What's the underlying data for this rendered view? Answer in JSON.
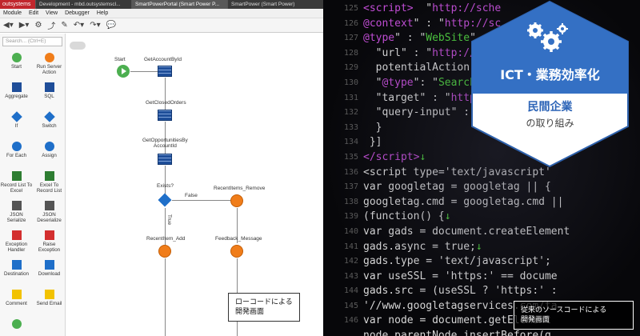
{
  "ide": {
    "tabs": [
      {
        "label": "outsystems",
        "active": false
      },
      {
        "label": "Development - mbd.outsystemscl...",
        "active": false
      },
      {
        "label": "SmartPowerPortal (Smart Power P...",
        "active": true
      },
      {
        "label": "SmartPower (Smart Power)",
        "active": false
      }
    ],
    "menu": [
      "Module",
      "Edit",
      "View",
      "Debugger",
      "Help"
    ],
    "search_placeholder": "Search... (Ctrl+E)",
    "palette": [
      {
        "label": "Start",
        "icon": "start-icon",
        "color": "#4caf50"
      },
      {
        "label": "Run Server Action",
        "icon": "run-server-action-icon",
        "color": "#f07d1a"
      },
      {
        "label": "Aggregate",
        "icon": "aggregate-icon",
        "color": "#1f4e99"
      },
      {
        "label": "SQL",
        "icon": "sql-icon",
        "color": "#1f4e99"
      },
      {
        "label": "If",
        "icon": "if-icon",
        "color": "#1f6fc9"
      },
      {
        "label": "Switch",
        "icon": "switch-icon",
        "color": "#1f6fc9"
      },
      {
        "label": "For Each",
        "icon": "for-each-icon",
        "color": "#1f6fc9"
      },
      {
        "label": "Assign",
        "icon": "assign-icon",
        "color": "#1f6fc9"
      },
      {
        "label": "Record List To Excel",
        "icon": "record-list-to-excel-icon",
        "color": "#2e7d32"
      },
      {
        "label": "Excel To Record List",
        "icon": "excel-to-record-list-icon",
        "color": "#2e7d32"
      },
      {
        "label": "JSON Serialize",
        "icon": "json-serialize-icon",
        "color": "#555555"
      },
      {
        "label": "JSON Deserialize",
        "icon": "json-deserialize-icon",
        "color": "#555555"
      },
      {
        "label": "Exception Handler",
        "icon": "exception-handler-icon",
        "color": "#d32f2f"
      },
      {
        "label": "Raise Exception",
        "icon": "raise-exception-icon",
        "color": "#d32f2f"
      },
      {
        "label": "Destination",
        "icon": "destination-icon",
        "color": "#1f6fc9"
      },
      {
        "label": "Download",
        "icon": "download-icon",
        "color": "#1f6fc9"
      },
      {
        "label": "Comment",
        "icon": "comment-icon",
        "color": "#f2c200"
      },
      {
        "label": "Send Email",
        "icon": "send-email-icon",
        "color": "#f2c200"
      },
      {
        "label": "",
        "icon": "end-icon",
        "color": "#4caf50"
      }
    ],
    "flow": {
      "start": "Start",
      "get_account": "GetAccountById",
      "get_closed": "GetClosedOrders",
      "get_opps": "GetOpportunitiesBy\nAccountId",
      "exists": "Exists?",
      "false_label": "False",
      "true_label": "True",
      "remove": "RecentItems_Remove",
      "add": "RecentItem_Add",
      "feedback": "Feedback_Message"
    },
    "caption": "ローコードによる\n開発画面"
  },
  "code_panel": {
    "line_numbers": [
      "125",
      "126",
      "127",
      "128",
      "129",
      "130",
      "131",
      "132",
      "133",
      "134",
      "135",
      "136",
      "137",
      "138",
      "139",
      "140",
      "141",
      "142",
      "143",
      "144",
      "145",
      "146"
    ],
    "caption": "従来のソースコードによる\n開発画面"
  },
  "badge": {
    "title": "ICT・業務効率化",
    "subtitle": "民間企業",
    "sub2": "の取り組み",
    "icon": "gears-icon",
    "color_top": "#3470c4",
    "color_bottom": "#ffffff"
  }
}
